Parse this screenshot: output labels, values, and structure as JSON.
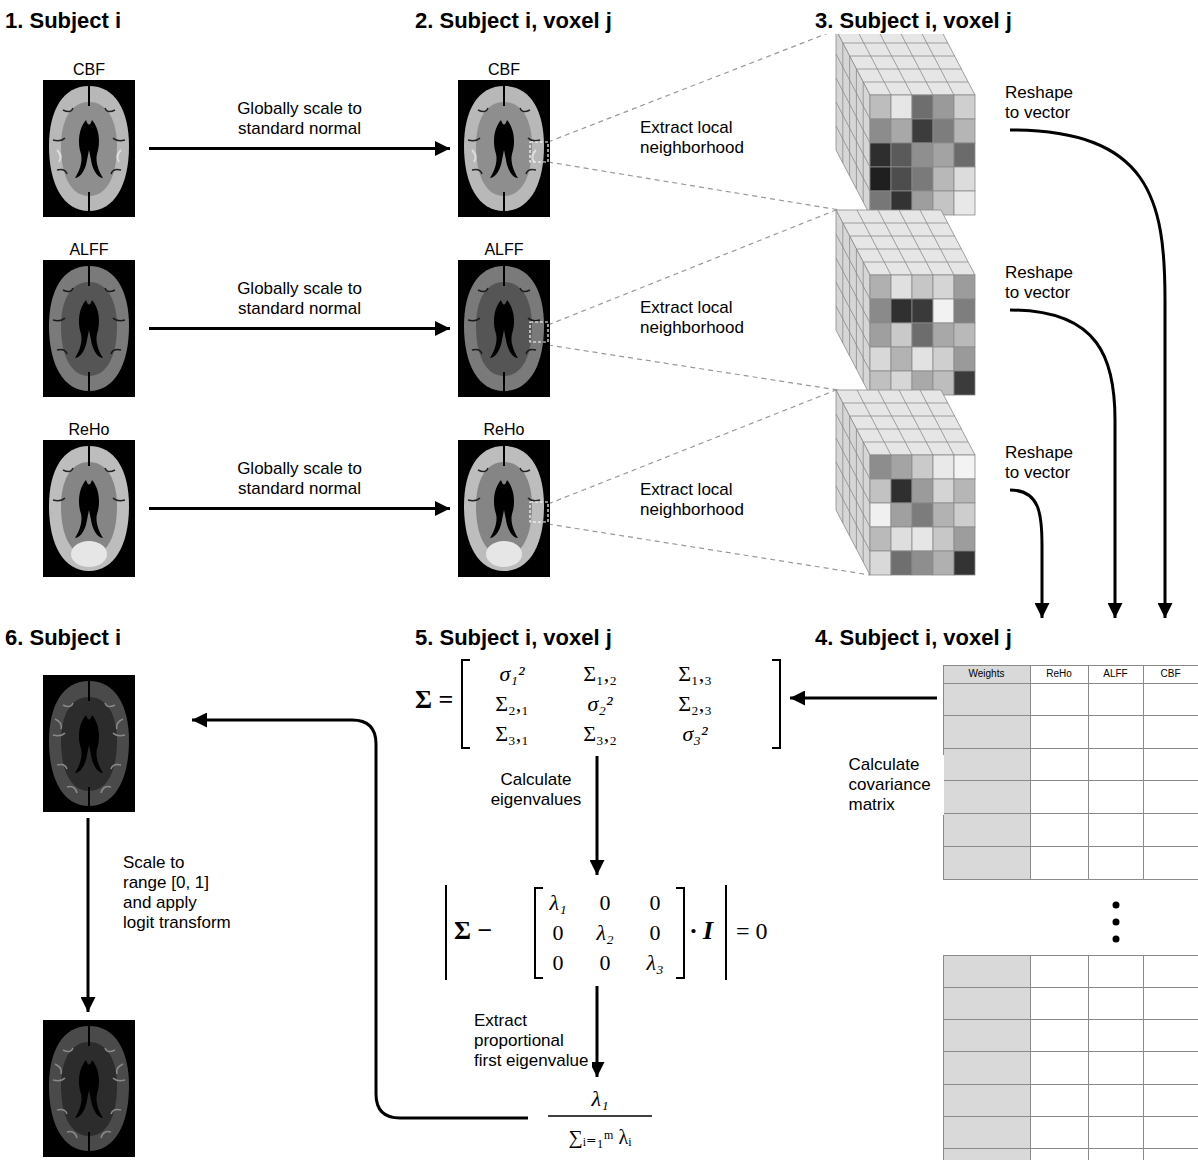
{
  "diagram": {
    "nodes": [
      {
        "text": [
          "CBF"
        ]
      },
      {
        "text": [
          "ALFF"
        ]
      },
      {
        "text": [
          "ReHo"
        ]
      },
      {
        "text": [
          "CBF"
        ]
      },
      {
        "text": [
          "ALFF"
        ]
      },
      {
        "text": [
          "ReHo"
        ]
      },
      {
        "text": [
          "Weights",
          "ReHo",
          "ALFF",
          "CBF"
        ]
      },
      {
        "text": [
          "Σ =",
          "σ₁²",
          "Σ₁,₂",
          "Σ₁,₃",
          "Σ₂,₁",
          "σ₂²",
          "Σ₂,₃",
          "Σ₃,₁",
          "Σ₃,₂",
          "σ₃²"
        ]
      },
      {
        "text": [
          "Σ −",
          "λ₁",
          "0",
          "0",
          "0",
          "λ₂",
          "0",
          "0",
          "0",
          "λ₃",
          "· I",
          "= 0"
        ]
      },
      {
        "text": [
          "λ₁",
          "∑ᵢ₌₁ᵐ λᵢ"
        ]
      }
    ],
    "edges": [
      {
        "from": 0,
        "to": 3,
        "arrow": "to",
        "label": "Globally scale to standard normal"
      },
      {
        "from": 1,
        "to": 4,
        "arrow": "to",
        "label": "Globally scale to standard normal"
      },
      {
        "from": 2,
        "to": 5,
        "arrow": "to",
        "label": "Globally scale to standard normal"
      },
      {
        "from": 6,
        "to": 7,
        "arrow": "to",
        "label": "Calculate covariance matrix"
      },
      {
        "from": 7,
        "to": 8,
        "arrow": "to",
        "label": "Calculate eigenvalues"
      },
      {
        "from": 8,
        "to": 9,
        "arrow": "to",
        "label": "Extract proportional first eigenvalue"
      }
    ],
    "labels": [
      "1. Subject i",
      "2. Subject i, voxel j",
      "3. Subject i, voxel j",
      "Extract local neighborhood",
      "Reshape to vector",
      "Extract local neighborhood",
      "Reshape to vector",
      "Extract local neighborhood",
      "Reshape to vector",
      "6. Subject i",
      "5. Subject i, voxel j",
      "4. Subject i, voxel j",
      "Scale to range [0, 1] and apply logit transform"
    ]
  }
}
